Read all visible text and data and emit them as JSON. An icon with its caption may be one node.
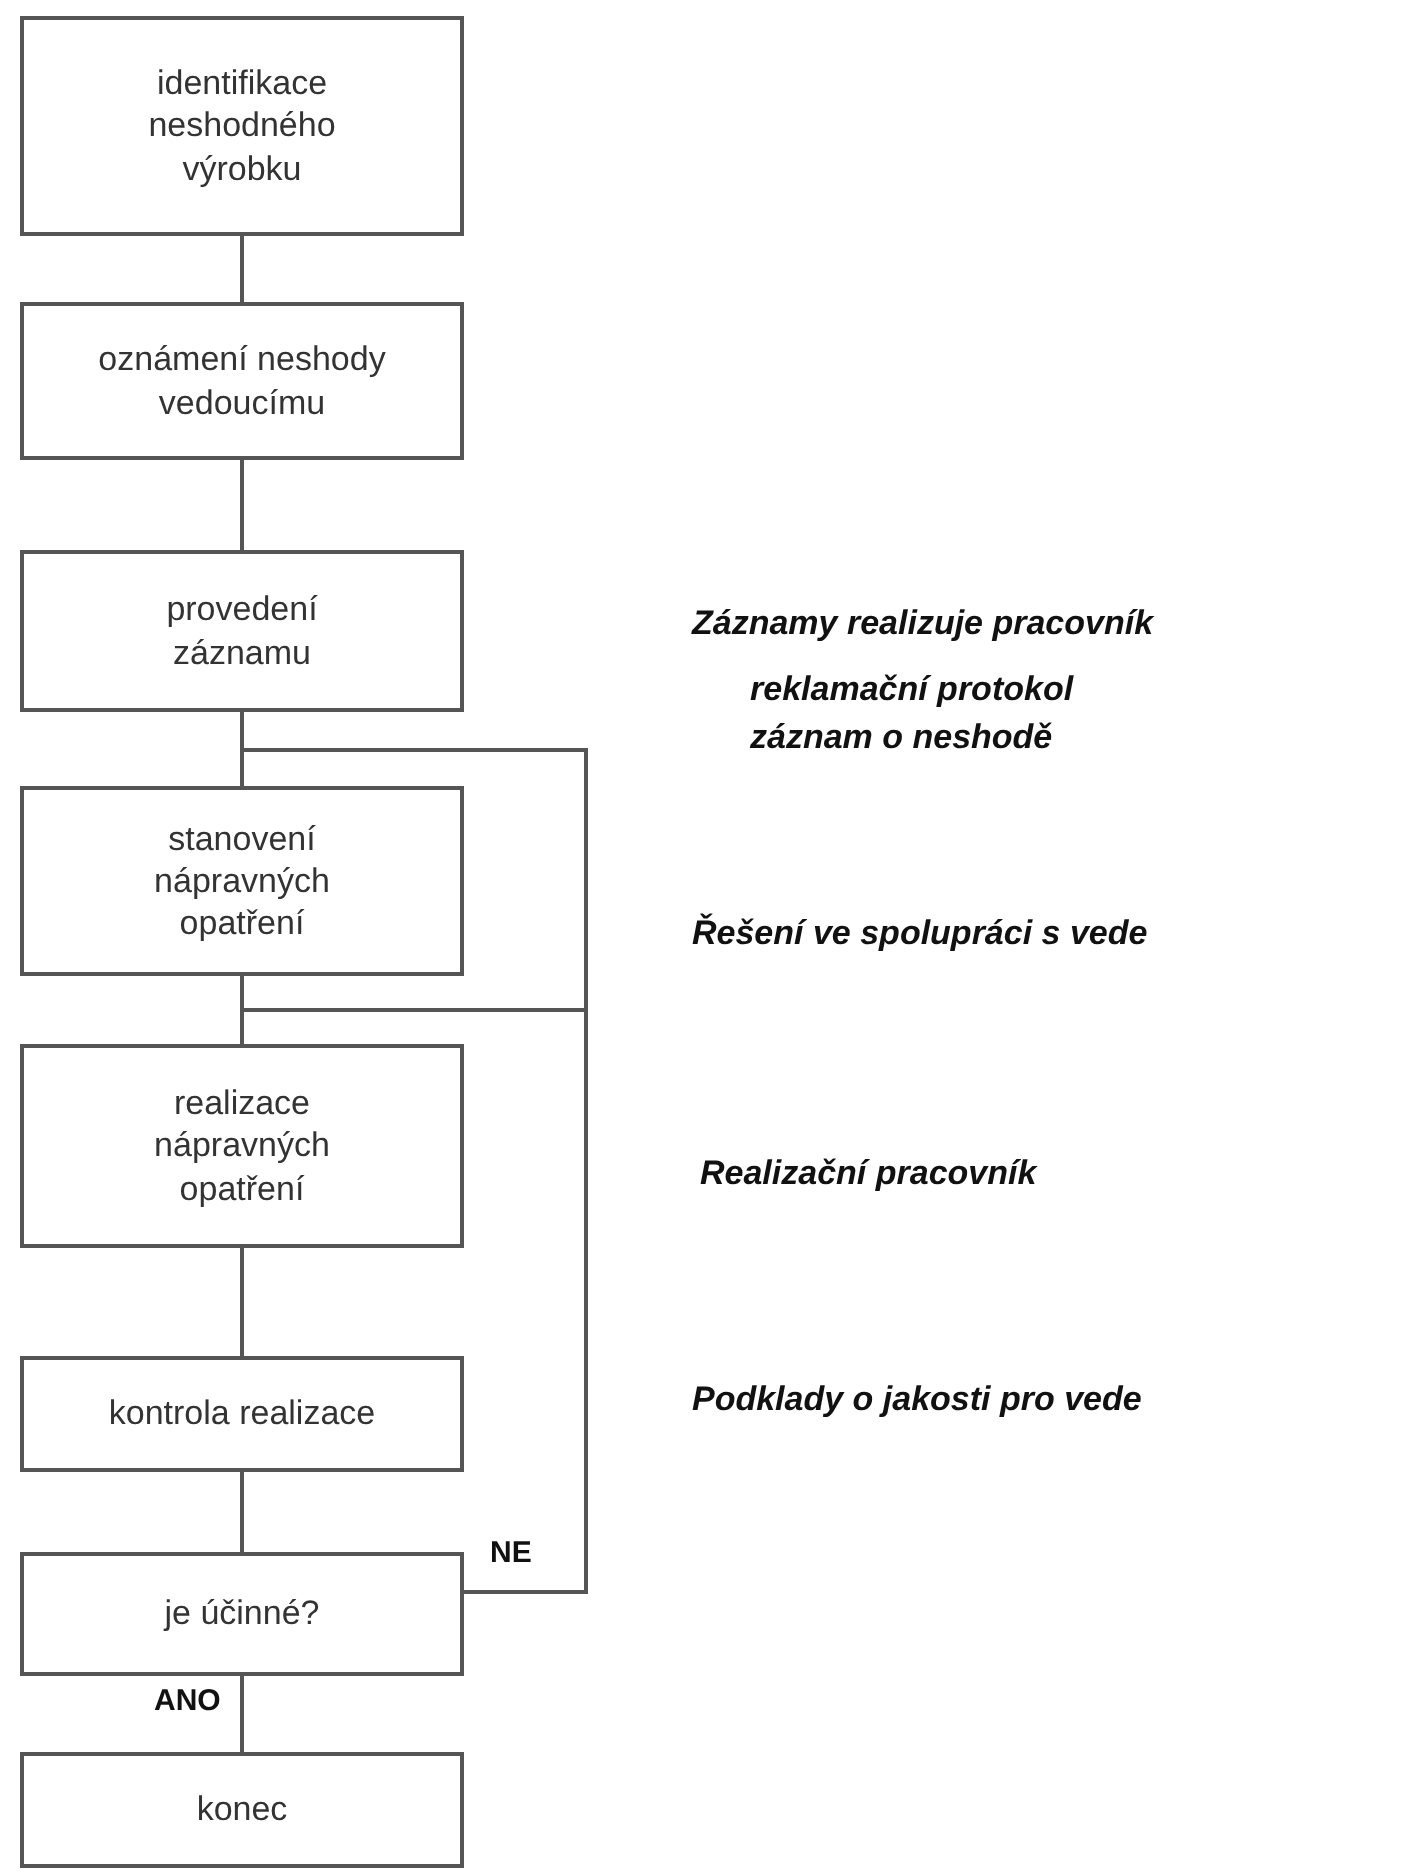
{
  "diagram": {
    "nodes": [
      {
        "text": [
          "identifikace neshodného výrobku"
        ]
      },
      {
        "text": [
          "oznámení neshody vedoucímu"
        ]
      },
      {
        "text": [
          "provedení záznamu"
        ]
      },
      {
        "text": [
          "stanovení nápravných opatření"
        ]
      },
      {
        "text": [
          "realizace nápravných opatření"
        ]
      },
      {
        "text": [
          "kontrola realizace"
        ]
      },
      {
        "text": [
          "je účinné?"
        ]
      },
      {
        "text": [
          "konec"
        ]
      }
    ],
    "edges": [
      {
        "from": 0,
        "to": 1,
        "arrow": "none"
      },
      {
        "from": 1,
        "to": 2,
        "arrow": "none"
      },
      {
        "from": 2,
        "to": 3,
        "arrow": "none"
      },
      {
        "from": 3,
        "to": 4,
        "arrow": "none"
      },
      {
        "from": 4,
        "to": 5,
        "arrow": "none"
      },
      {
        "from": 5,
        "to": 6,
        "arrow": "none"
      },
      {
        "from": 6,
        "to": 7,
        "arrow": "none",
        "label": "ANO"
      },
      {
        "from": 6,
        "to": 3,
        "arrow": "none",
        "label": "NE"
      },
      {
        "from": 6,
        "to": 4,
        "arrow": "none"
      }
    ],
    "labels": [
      "Záznamy realizuje pracovník",
      "reklamační protokol",
      "záznam o neshodě",
      "Řešení ve spolupráci s vede",
      "Realizační pracovník",
      "Podklady o jakosti pro vede"
    ]
  }
}
